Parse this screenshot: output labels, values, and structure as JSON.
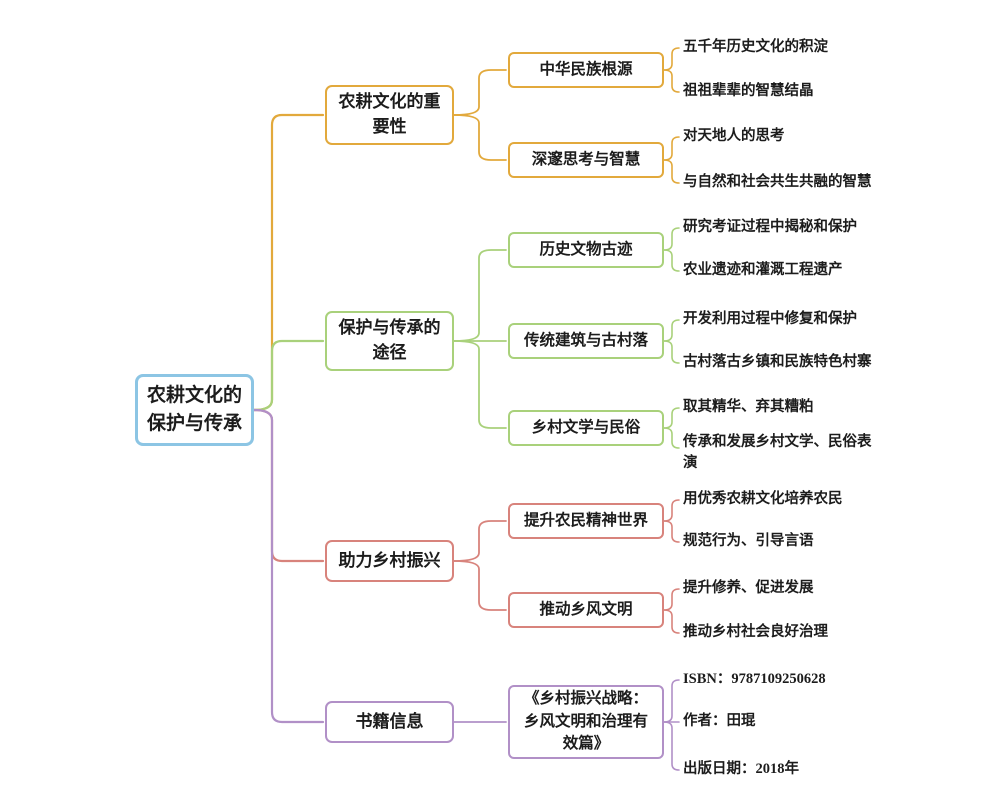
{
  "root": {
    "label": "农耕文化的保护与传承",
    "color": "#8cc5e4"
  },
  "branches": [
    {
      "label": "农耕文化的重要性",
      "color": "#e2a93c",
      "children": [
        {
          "label": "中华民族根源",
          "leaves": [
            "五千年历史文化的积淀",
            "祖祖辈辈的智慧结晶"
          ]
        },
        {
          "label": "深邃思考与智慧",
          "leaves": [
            "对天地人的思考",
            "与自然和社会共生共融的智慧"
          ]
        }
      ]
    },
    {
      "label": "保护与传承的途径",
      "color": "#a9d17b",
      "children": [
        {
          "label": "历史文物古迹",
          "leaves": [
            "研究考证过程中揭秘和保护",
            "农业遗迹和灌溉工程遗产"
          ]
        },
        {
          "label": "传统建筑与古村落",
          "leaves": [
            "开发利用过程中修复和保护",
            "古村落古乡镇和民族特色村寨"
          ]
        },
        {
          "label": "乡村文学与民俗",
          "leaves": [
            "取其精华、弃其糟粕",
            "传承和发展乡村文学、民俗表演"
          ]
        }
      ]
    },
    {
      "label": "助力乡村振兴",
      "color": "#d8837c",
      "children": [
        {
          "label": "提升农民精神世界",
          "leaves": [
            "用优秀农耕文化培养农民",
            "规范行为、引导言语"
          ]
        },
        {
          "label": "推动乡风文明",
          "leaves": [
            "提升修养、促进发展",
            "推动乡村社会良好治理"
          ]
        }
      ]
    },
    {
      "label": "书籍信息",
      "color": "#b190c7",
      "children": [
        {
          "label": "《乡村振兴战略：乡风文明和治理有效篇》",
          "leaves": [
            "ISBN：9787109250628",
            "作者：田琨",
            "出版日期：2018年"
          ]
        }
      ]
    }
  ]
}
